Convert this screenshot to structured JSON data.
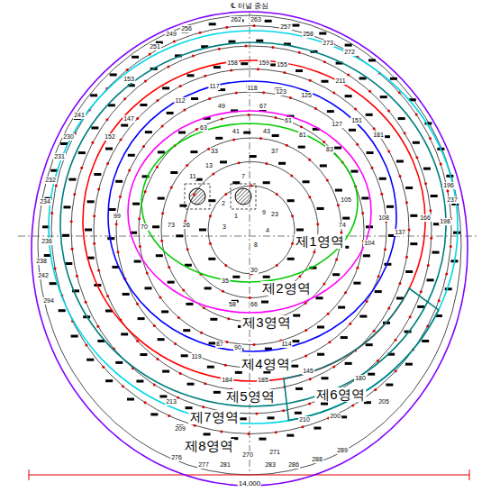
{
  "diagram": {
    "nodes": [
      {
        "text": [
          "제8영역"
        ]
      },
      {
        "text": [
          "제7영역"
        ],
        "in": 0
      },
      {
        "text": [
          "제5영역"
        ],
        "in": 1
      },
      {
        "text": [
          "제4영역"
        ],
        "in": 2
      },
      {
        "text": [
          "제3영역"
        ],
        "in": 3
      },
      {
        "text": [
          "제2영역"
        ],
        "in": 4
      },
      {
        "text": [
          "제1영역"
        ],
        "in": 5
      },
      {
        "text": [
          "제6영역"
        ],
        "in": 1
      }
    ],
    "labels": [
      "℄ 터널 중심",
      "14,000",
      "1",
      "2",
      "3",
      "4",
      "7",
      "8",
      "9",
      "11",
      "13",
      "23",
      "26",
      "30",
      "33",
      "35",
      "37",
      "41",
      "43",
      "49",
      "58",
      "61",
      "63",
      "66",
      "67",
      "70",
      "73",
      "74",
      "81",
      "83",
      "87",
      "90",
      "99",
      "104",
      "105",
      "108",
      "112",
      "114",
      "117",
      "118",
      "119",
      "123",
      "125",
      "127",
      "137",
      "145",
      "147",
      "151",
      "152",
      "153",
      "155",
      "158",
      "159",
      "166",
      "180",
      "181",
      "184",
      "185",
      "196",
      "198",
      "200",
      "205",
      "209",
      "210",
      "211",
      "213",
      "230",
      "231",
      "232",
      "234",
      "236",
      "237",
      "238",
      "241",
      "242",
      "249",
      "251",
      "256",
      "257",
      "258",
      "262",
      "263",
      "270",
      "271",
      "272",
      "273",
      "276",
      "277",
      "281",
      "283",
      "286",
      "288",
      "289",
      "294"
    ]
  }
}
